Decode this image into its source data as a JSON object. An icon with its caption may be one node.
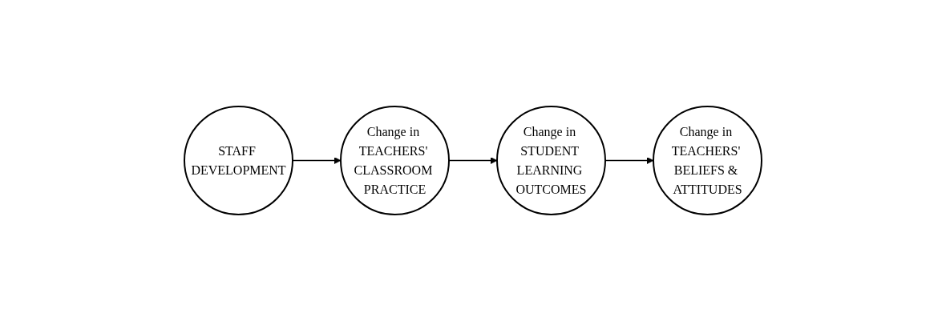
{
  "diagram": {
    "nodes": [
      {
        "text": [
          "STAFF DEVELOPMENT"
        ]
      },
      {
        "text": [
          "Change in TEACHERS' CLASSROOM PRACTICE"
        ]
      },
      {
        "text": [
          "Change in STUDENT LEARNING OUTCOMES"
        ]
      },
      {
        "text": [
          "Change in TEACHERS' BELIEFS & ATTITUDES"
        ]
      }
    ],
    "edges": [
      {
        "from": 0,
        "to": 1,
        "arrow": "to"
      },
      {
        "from": 1,
        "to": 2,
        "arrow": "to"
      },
      {
        "from": 2,
        "to": 3,
        "arrow": "to"
      }
    ]
  }
}
